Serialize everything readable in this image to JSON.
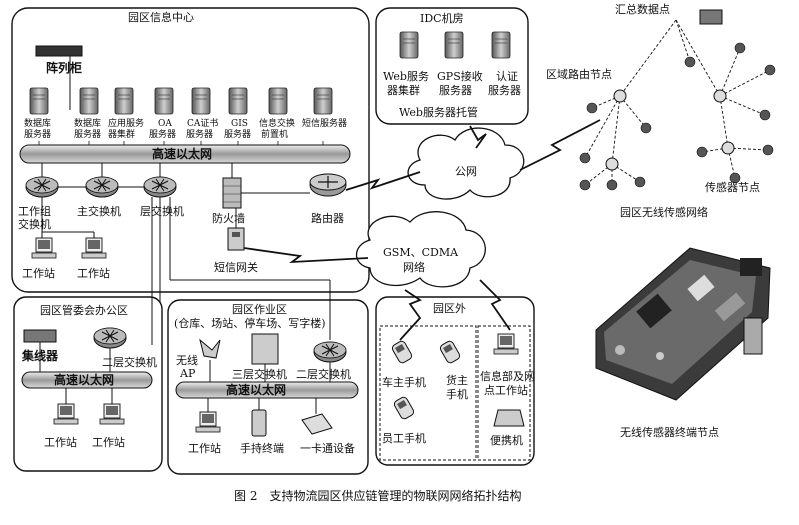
{
  "info_center": {
    "title": "园区信息中心",
    "array_cabinet": "阵列柜",
    "servers": [
      [
        "数据库",
        "服务器"
      ],
      [
        "数据库",
        "服务器"
      ],
      [
        "应用服务",
        "器集群"
      ],
      [
        "OA",
        "服务器"
      ],
      [
        "CA证书",
        "服务器"
      ],
      [
        "GIS",
        "服务器"
      ],
      [
        "信息交换",
        "前置机"
      ],
      [
        "短信服务器"
      ]
    ],
    "ethernet": "高速以太网",
    "workgroup_switch": [
      "工作组",
      "交换机"
    ],
    "main_switch": "主交换机",
    "layer_switch": "层交换机",
    "firewall": "防火墙",
    "router": "路由器",
    "sms_gateway": "短信网关",
    "workstation": "工作站"
  },
  "idc": {
    "title": "IDC机房",
    "servers": [
      [
        "Web服务",
        "器集群"
      ],
      [
        "GPS接收",
        "服务器"
      ],
      [
        "认证",
        "服务器"
      ]
    ],
    "hosting": "Web服务器托管"
  },
  "clouds": {
    "public_net": "公网",
    "gsm": [
      "GSM、CDMA",
      "网络"
    ]
  },
  "admin_office": {
    "title": "园区管委会办公区",
    "hub": "集线器",
    "switch": "二层交换机",
    "ethernet": "高速以太网",
    "workstation": "工作站"
  },
  "work_area": {
    "title": "园区作业区",
    "subtitle": "(仓库、场站、停车场、写字楼)",
    "wireless_ap": [
      "无线",
      "AP"
    ],
    "switch3": "三层交换机",
    "switch2": "二层交换机",
    "ethernet": "高速以太网",
    "workstation": "工作站",
    "handheld": "手持终端",
    "card": "一卡通设备"
  },
  "outside": {
    "title": "园区外",
    "owner_phone": "车主手机",
    "cargo_phone": [
      "货主",
      "手机"
    ],
    "staff_phone": "员工手机",
    "info_dept": [
      "信息部及网",
      "点工作站"
    ],
    "laptop": "便携机"
  },
  "wsn": {
    "sink": "汇总数据点",
    "router": "区域路由节点",
    "sensor": "传感器节点",
    "title": "园区无线传感网络",
    "terminal": "无线传感器终端节点"
  },
  "caption": "图 2　支持物流园区供应链管理的物联网网络拓扑结构"
}
